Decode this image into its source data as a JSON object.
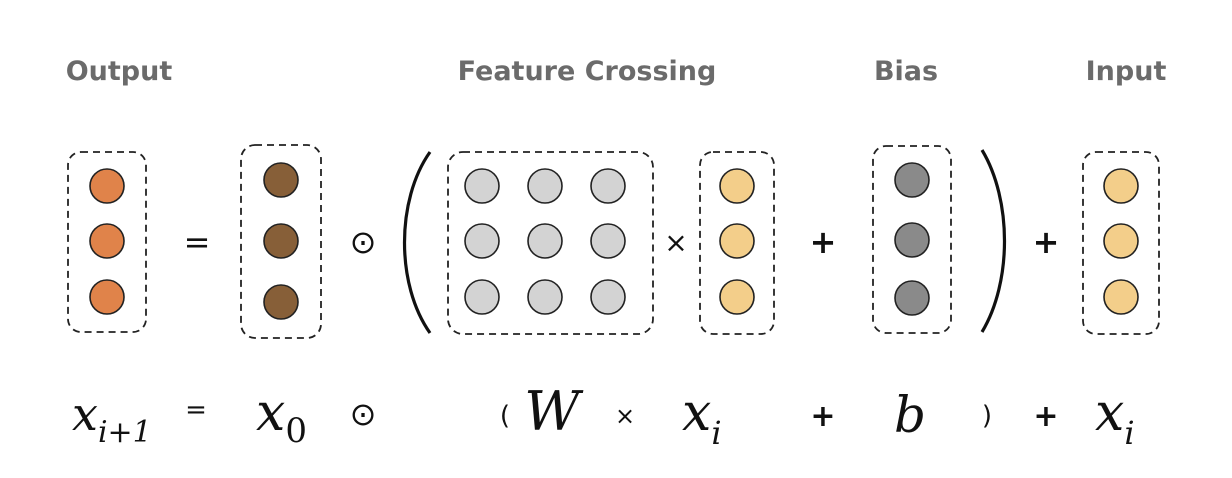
{
  "headers": {
    "output": "Output",
    "feature_crossing": "Feature Crossing",
    "bias": "Bias",
    "input": "Input"
  },
  "symbols": {
    "equals": "=",
    "hadamard": "⊙",
    "times": "×",
    "plus": "+",
    "paren_open": "(",
    "paren_close": ")"
  },
  "formula": {
    "x_out_base": "x",
    "x_out_sub": "i+1",
    "equals": "=",
    "x0_base": "x",
    "x0_sub": "0",
    "hadamard": "⊙",
    "paren_open": "(",
    "W": "W",
    "times": "×",
    "xi_base": "x",
    "xi_sub": "i",
    "plus1": "+",
    "b": "b",
    "paren_close": ")",
    "plus2": "+",
    "xin_base": "x",
    "xin_sub": "i"
  },
  "colors": {
    "output_node": "#e0834a",
    "x0_node": "#875f38",
    "weight_node": "#d3d3d3",
    "xi_node": "#f3ce8a",
    "bias_node": "#8a8a8a",
    "input_node": "#f3ce8a",
    "header_text": "#6b6b6b"
  }
}
